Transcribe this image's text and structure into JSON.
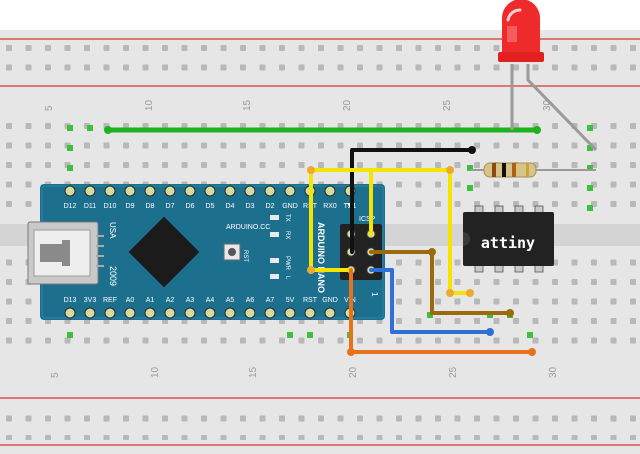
{
  "breadboard": {
    "column_numbers": [
      "5",
      "10",
      "15",
      "20",
      "25",
      "30"
    ]
  },
  "arduino": {
    "top_pins": [
      "D12",
      "D11",
      "D10",
      "D9",
      "D8",
      "D7",
      "D6",
      "D5",
      "D4",
      "D3",
      "D2",
      "GND",
      "RST",
      "RX0",
      "TX1"
    ],
    "bottom_pins": [
      "D13",
      "3V3",
      "REF",
      "A0",
      "A1",
      "A2",
      "A3",
      "A4",
      "A5",
      "A6",
      "A7",
      "5V",
      "RST",
      "GND",
      "VIN"
    ],
    "brand": "ARDUINO.CC",
    "model": "ARDUINO NANO",
    "usb_label": "USA",
    "year": "2009",
    "rst_label": "RST",
    "tx_label": "TX",
    "rx_label": "RX",
    "pwr_label": "PWR",
    "l_label": "L",
    "icsp_label": "ICSP",
    "pin1_label": "1"
  },
  "attiny": {
    "label": "attiny"
  },
  "colors": {
    "board_teal": "#1d6f8e",
    "wire_green": "#1db31d",
    "wire_black": "#111111",
    "wire_yellow": "#f4e400",
    "wire_brown": "#9b6a10",
    "wire_blue": "#2f6fd6",
    "wire_orange": "#e8721a",
    "led_red": "#ef2a2a"
  }
}
